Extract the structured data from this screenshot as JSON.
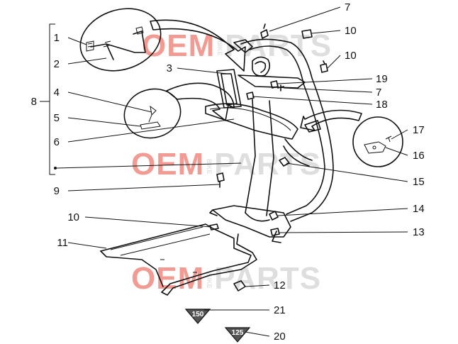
{
  "watermark": {
    "oem": "OEM",
    "bike": "BIKE",
    "parts": "PARTS"
  },
  "callouts": [
    {
      "id": "c1",
      "label": "1"
    },
    {
      "id": "c2",
      "label": "2"
    },
    {
      "id": "c3",
      "label": "3"
    },
    {
      "id": "c4",
      "label": "4"
    },
    {
      "id": "c5",
      "label": "5"
    },
    {
      "id": "c6",
      "label": "6"
    },
    {
      "id": "c7a",
      "label": "7"
    },
    {
      "id": "c7b",
      "label": "7"
    },
    {
      "id": "c8",
      "label": "8"
    },
    {
      "id": "c9",
      "label": "9"
    },
    {
      "id": "c10a",
      "label": "10"
    },
    {
      "id": "c10b",
      "label": "10"
    },
    {
      "id": "c10c",
      "label": "10"
    },
    {
      "id": "c11",
      "label": "11"
    },
    {
      "id": "c12",
      "label": "12"
    },
    {
      "id": "c13",
      "label": "13"
    },
    {
      "id": "c14",
      "label": "14"
    },
    {
      "id": "c15",
      "label": "15"
    },
    {
      "id": "c16",
      "label": "16"
    },
    {
      "id": "c17",
      "label": "17"
    },
    {
      "id": "c18",
      "label": "18"
    },
    {
      "id": "c19",
      "label": "19"
    },
    {
      "id": "c20",
      "label": "20"
    },
    {
      "id": "c21",
      "label": "21"
    }
  ],
  "badges": {
    "b150": "150",
    "b125": "125"
  },
  "colors": {
    "watermark_red": "#e84a3c",
    "watermark_grey": "#c4c4c4",
    "ink": "#111111",
    "badge_fill": "#555555"
  }
}
